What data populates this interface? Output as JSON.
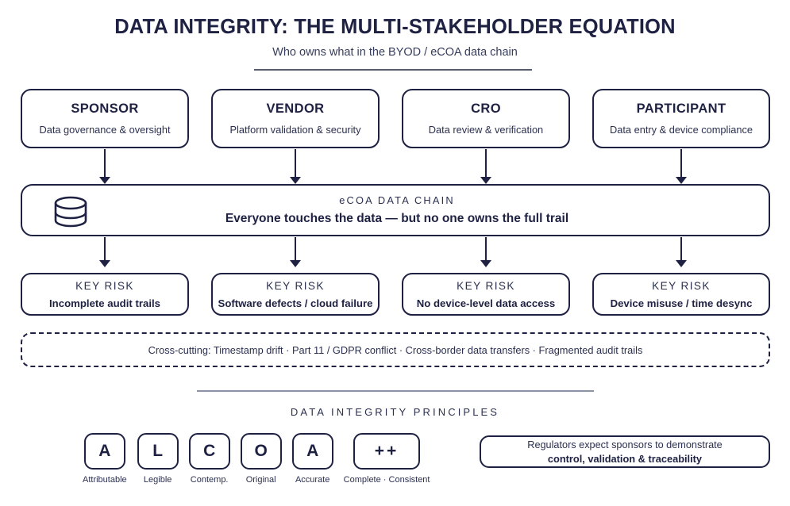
{
  "header": {
    "title": "DATA INTEGRITY: THE MULTI-STAKEHOLDER EQUATION",
    "subtitle": "Who owns what in the BYOD / eCOA data chain"
  },
  "colors": {
    "ink": "#1e2142",
    "muted": "#2b3050",
    "rule": "#555b70",
    "rule_light": "#8c91a6",
    "background": "#ffffff"
  },
  "stakeholders": [
    {
      "title": "SPONSOR",
      "subtitle": "Data governance & oversight"
    },
    {
      "title": "VENDOR",
      "subtitle": "Platform validation & security"
    },
    {
      "title": "CRO",
      "subtitle": "Data review & verification"
    },
    {
      "title": "PARTICIPANT",
      "subtitle": "Data entry & device compliance"
    }
  ],
  "chain": {
    "icon": "database-icon",
    "label": "eCOA DATA CHAIN",
    "headline": "Everyone touches the data — but no one owns the full trail"
  },
  "risks": [
    {
      "label": "KEY RISK",
      "text": "Incomplete audit trails"
    },
    {
      "label": "KEY RISK",
      "text": "Software defects / cloud failure"
    },
    {
      "label": "KEY RISK",
      "text": "No device-level data access"
    },
    {
      "label": "KEY RISK",
      "text": "Device misuse / time desync"
    }
  ],
  "crosscutting": {
    "text": "Cross-cutting: Timestamp drift · Part 11 / GDPR conflict · Cross-border data transfers · Fragmented audit trails"
  },
  "principles": {
    "title": "DATA INTEGRITY PRINCIPLES",
    "items": [
      {
        "glyph": "A",
        "caption": "Attributable",
        "wide": false
      },
      {
        "glyph": "L",
        "caption": "Legible",
        "wide": false
      },
      {
        "glyph": "C",
        "caption": "Contemp.",
        "wide": false
      },
      {
        "glyph": "O",
        "caption": "Original",
        "wide": false
      },
      {
        "glyph": "A",
        "caption": "Accurate",
        "wide": false
      },
      {
        "glyph": "++",
        "caption": "Complete · Consistent",
        "wide": true
      }
    ]
  },
  "regulators": {
    "line1": "Regulators expect sponsors to demonstrate",
    "line2": "control, validation & traceability"
  }
}
